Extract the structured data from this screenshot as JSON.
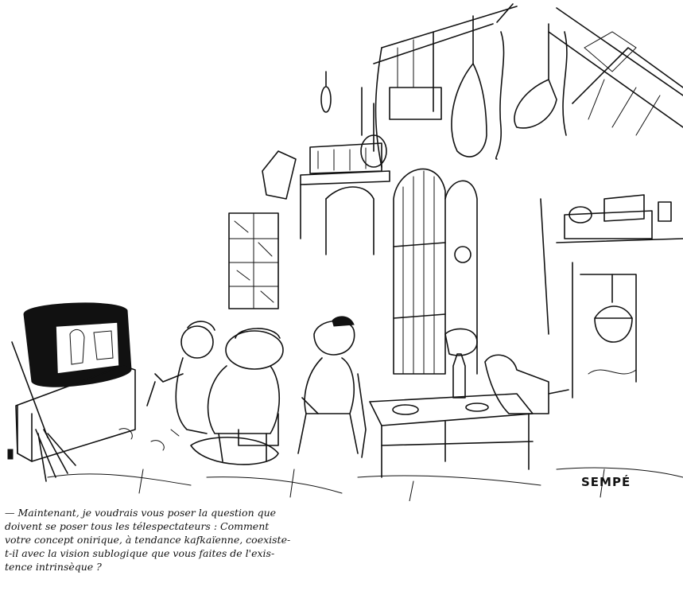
{
  "cartoon": {
    "signature": "SEMPÉ",
    "caption_lines": [
      "— Maintenant, je voudrais vous poser la question que",
      "doivent se poser tous les télespectateurs : Comment",
      "votre concept onirique, à tendance kafkaïenne, coexiste-",
      "t-il avec la vision sublogique que vous faites de l'exis-",
      "tence intrinsèque ?"
    ]
  }
}
